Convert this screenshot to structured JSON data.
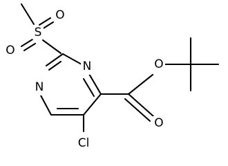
{
  "molecule": {
    "atoms": {
      "s": "S",
      "o_top": "O",
      "o_left": "O",
      "n_upper": "N",
      "n_lower": "N",
      "cl": "Cl",
      "o_carbonyl": "O",
      "o_ester": "O"
    }
  }
}
